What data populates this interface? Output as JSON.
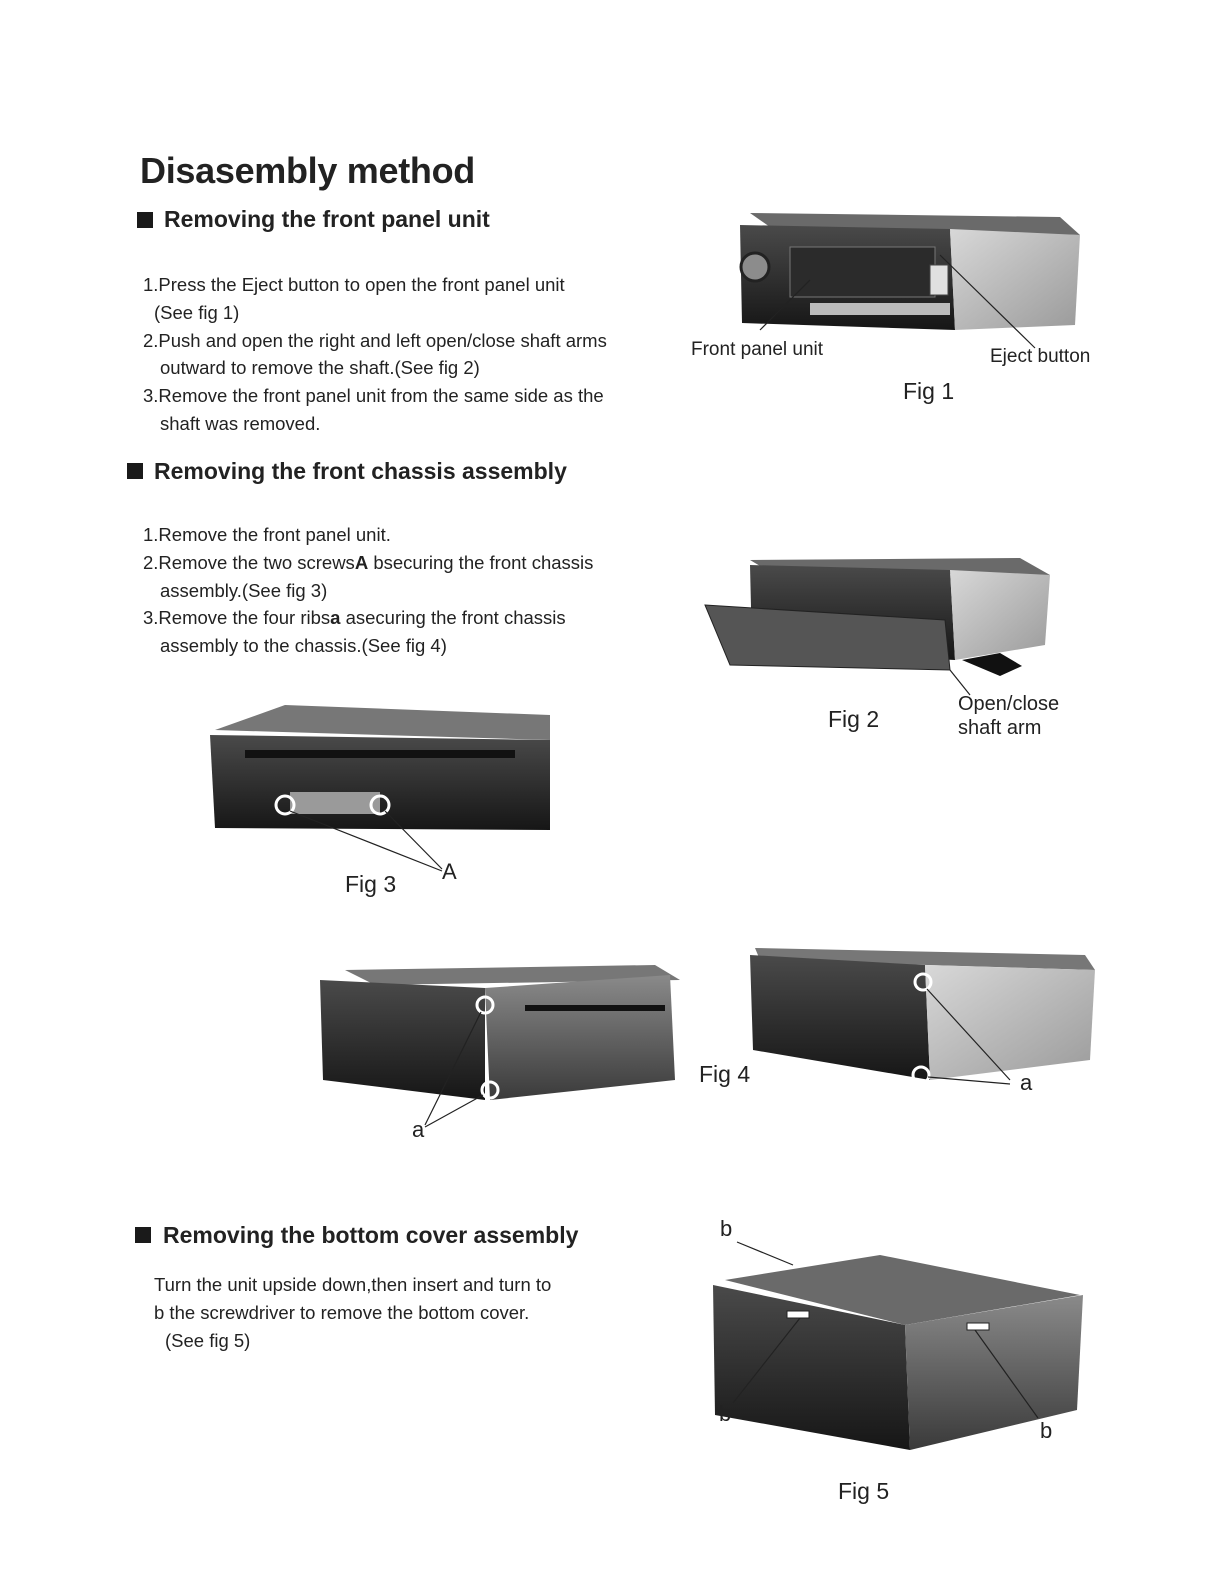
{
  "page": {
    "title": "Disasembly method"
  },
  "sections": [
    {
      "heading": "Removing the front panel unit",
      "lines": [
        "1.Press the Eject button to open the front panel unit",
        "(See fig 1)",
        "2.Push and open the right and left open/close shaft arms",
        "outward to remove the shaft.(See fig 2)",
        "3.Remove the front panel unit from the same side as the",
        "shaft was removed."
      ]
    },
    {
      "heading": "Removing the front chassis assembly",
      "lines": [
        "1.Remove the front panel unit.",
        {
          "before": "2.Remove the two screws",
          "bold": "A",
          "after": " bsecuring the front chassis"
        },
        "assembly.(See fig 3)",
        {
          "before": "3.Remove the four ribs",
          "bold": "a",
          "after": " asecuring the front chassis"
        },
        "assembly to the chassis.(See fig 4)"
      ]
    },
    {
      "heading": "Removing the bottom cover assembly",
      "lines": [
        "Turn the unit upside down,then insert  and turn to",
        "b  the screwdriver to remove the bottom cover.",
        "(See fig 5)"
      ]
    }
  ],
  "figures": {
    "fig1": {
      "caption": "Fig 1",
      "labels": {
        "front_panel": "Front panel unit",
        "eject": "Eject button"
      }
    },
    "fig2": {
      "caption": "Fig 2",
      "labels": {
        "arm_line1": "Open/close",
        "arm_line2": "shaft arm"
      }
    },
    "fig3": {
      "caption": "Fig 3",
      "labels": {
        "screw": "A"
      }
    },
    "fig4": {
      "caption": "Fig 4",
      "labels": {
        "rib_left": "a",
        "rib_right": "a"
      }
    },
    "fig5": {
      "caption": "Fig 5",
      "labels": {
        "top": "b",
        "left": "b",
        "right": "b"
      }
    }
  }
}
